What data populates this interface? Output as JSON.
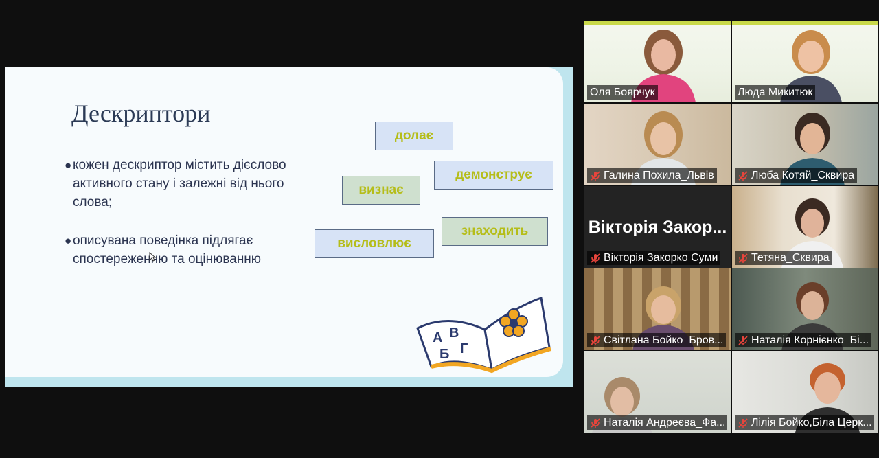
{
  "slide": {
    "title": "Дескриптори",
    "bullets": [
      "кожен дескриптор містить дієслово активного стану  і залежні від нього слова;",
      "описувана поведінка підлягає спостереженню та оцінюванню"
    ],
    "bullet_symbol": "●",
    "words": [
      "долає",
      "демонструє",
      "визнає",
      "знаходить",
      "висловлює"
    ],
    "book_letters": [
      "А",
      "В",
      "Б",
      "Г"
    ],
    "colors": {
      "word_text": "#b5bd19",
      "word_bg": "#d7e3f6",
      "title": "#2b3a55"
    }
  },
  "gallery": {
    "participants": [
      {
        "name": "Оля Боярчук",
        "muted": false,
        "speaking": true
      },
      {
        "name": "Люда Микитюк",
        "muted": false,
        "speaking": false
      },
      {
        "name": "Галина Похила_Львів",
        "muted": true
      },
      {
        "name": "Люба Котяй_Сквира",
        "muted": true
      },
      {
        "name": "Вікторія Закорко Суми",
        "muted": true,
        "camera_off": true,
        "display": "Вікторія Закор..."
      },
      {
        "name": "Тетяна_Сквира",
        "muted": true
      },
      {
        "name": "Світлана Бойко_Бров...",
        "muted": true
      },
      {
        "name": "Наталія Корнієнко_Бі...",
        "muted": true
      },
      {
        "name": "Наталія Андреєва_Фа...",
        "muted": true
      },
      {
        "name": "Лілія Бойко,Біла Церк...",
        "muted": true
      }
    ],
    "colors": {
      "speaking_border": "#23d18b",
      "muted_icon": "#e8453c"
    }
  }
}
